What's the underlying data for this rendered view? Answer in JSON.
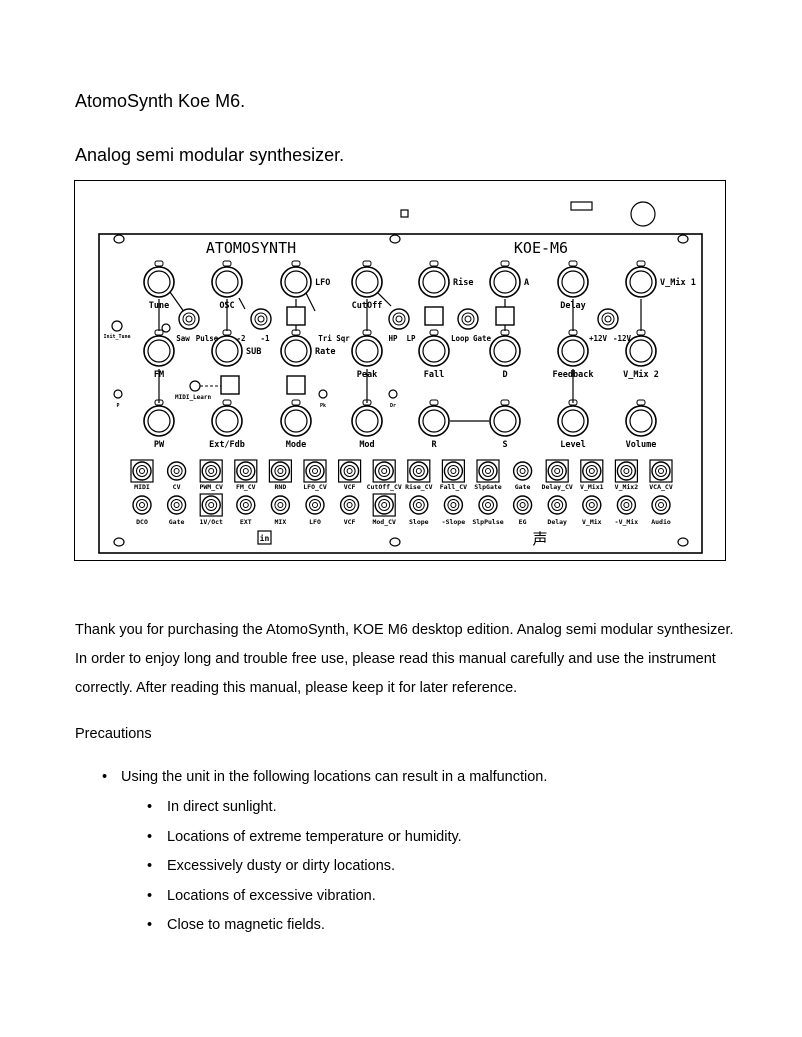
{
  "doc": {
    "heading": "AtomoSynth Koe M6.",
    "subheading": "Analog semi modular synthesizer.",
    "intro": "Thank you for purchasing the AtomoSynth, KOE M6 desktop edition. Analog semi modular synthesizer. In order to enjoy long and trouble free use, please read this manual carefully and use the instrument correctly. After reading this manual, please keep it for later reference.",
    "precautions_title": "Precautions",
    "bullet_main": "Using the unit in the following locations can result in a malfunction.",
    "sub_bullets": [
      "In direct sunlight.",
      "Locations of extreme temperature or humidity.",
      "Excessively dusty or dirty locations.",
      "Locations of excessive vibration.",
      "Close to magnetic fields."
    ]
  },
  "panel": {
    "brand": "ATOMOSYNTH",
    "model": "KOE-M6",
    "kanji": "声",
    "in_label": "in",
    "small_labels": {
      "init_tune": "Init_Tune",
      "midi_learn": "MIDI_Learn",
      "p": "P",
      "pk": "Pk",
      "dr": "Dr"
    },
    "knob_labels": [
      "Tune",
      "OSC",
      "LFO",
      "CutOff",
      "Rise",
      "A",
      "Delay",
      "V_Mix 1",
      "FM",
      "SUB",
      "Rate",
      "Peak",
      "Fall",
      "D",
      "Feedback",
      "V_Mix 2",
      "PW",
      "Ext/Fdb",
      "Mode",
      "Mod",
      "R",
      "S",
      "Level",
      "Volume"
    ],
    "switch_labels": {
      "osc": [
        "Saw",
        "Pulse"
      ],
      "sub": [
        "-2",
        "-1"
      ],
      "lfo": [
        "Tri",
        "Sqr"
      ],
      "vcf": [
        "HP",
        "LP"
      ],
      "env": [
        "Loop",
        "Gate"
      ],
      "cv": [
        "+12V",
        "-12V"
      ]
    },
    "jacks_top": [
      "MIDI",
      "CV",
      "PWM_CV",
      "FM_CV",
      "RND",
      "LFO_CV",
      "VCF",
      "CutOff_CV",
      "Rise_CV",
      "Fall_CV",
      "SlpGate",
      "Gate",
      "Delay_CV",
      "V_Mix1",
      "V_Mix2",
      "VCA_CV"
    ],
    "jacks_bottom": [
      "DCO",
      "Gate",
      "1V/Oct",
      "EXT",
      "MIX",
      "LFO",
      "VCF",
      "Mod_CV",
      "Slope",
      "-Slope",
      "SlpPulse",
      "EG",
      "Delay",
      "V_Mix",
      "-V_Mix",
      "Audio"
    ]
  }
}
